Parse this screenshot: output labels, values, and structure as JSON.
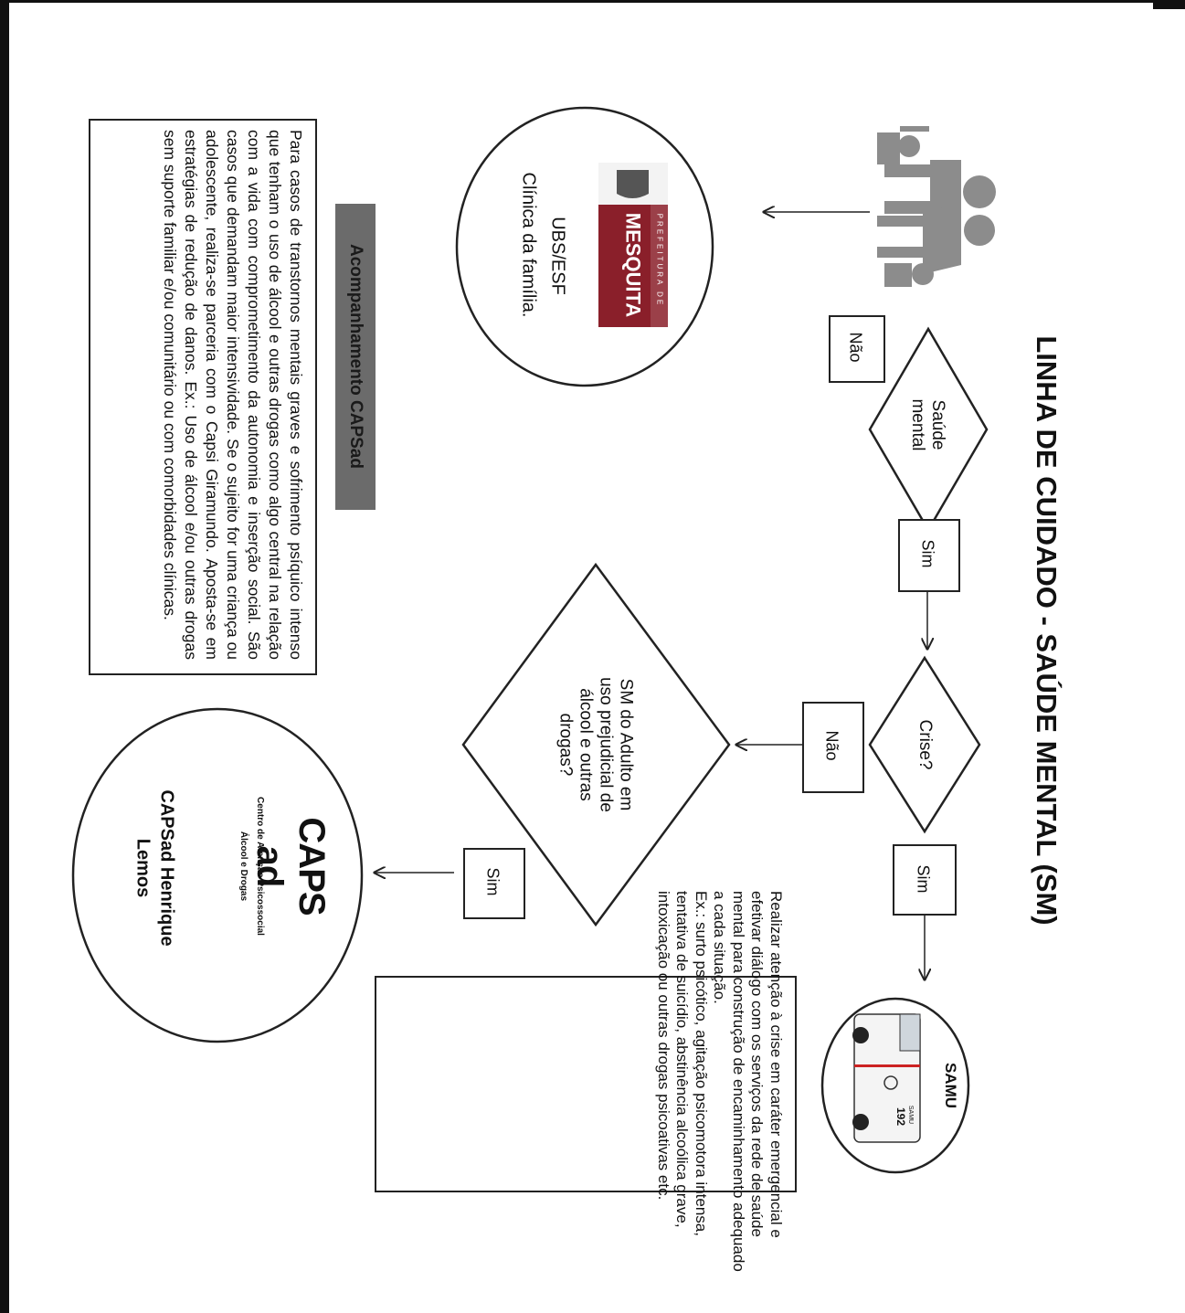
{
  "title": "LINHA DE CUIDADO - SAÚDE MENTAL (SM)",
  "decisions": {
    "saude_mental": "Saúde mental",
    "crise": "Crise?",
    "sm_adulto": "SM do Adulto em uso prejudicial de álcool e outras drogas?"
  },
  "answers": {
    "nao_1": "Não",
    "sim_1": "Sim",
    "nao_2": "Não",
    "sim_2": "Sim",
    "sim_3": "Sim"
  },
  "ubs": {
    "logo_line1": "PREFEITURA DE",
    "logo_line2": "MESQUITA",
    "label_1": "UBS/ESF",
    "label_2": "Clínica da família."
  },
  "samu": {
    "title": "SAMU",
    "vehicle_text": "SAMU",
    "vehicle_number": "192",
    "description": "Realizar atenção à crise em caráter emergencial e efetivar diálogo com os serviços da rede de saúde mental para construção de encaminhamento adequado a cada situação.\nEx.: surto psicótico, agitação psicomotora intensa, tentativa de suicídio, abstinência alcoólica grave, intoxicação ou outras drogas psicoativas etc."
  },
  "caps": {
    "logo_main": "CAPS ad",
    "logo_sub1": "Centro de Atenção Psicossocial",
    "logo_sub2": "Álcool e Drogas",
    "name_1": "CAPSad Henrique",
    "name_2": "Lemos"
  },
  "capsad_followup": {
    "header": "Acompanhamento CAPSad",
    "text": "Para casos de transtornos mentais graves e sofrimento psíquico intenso que tenham o uso de álcool e outras drogas como algo central na relação com a vida com comprometimento da autonomia e inserção social. São casos que demandam maior intensividade. Se o sujeito for uma criança ou adolescente, realiza-se parceria com o Capsi Giramundo. Aposta-se em estratégias de redução de danos. Ex.: Uso de álcool e/ou outras drogas sem suporte familiar e/ou comunitário ou com comorbidades clínicas."
  },
  "colors": {
    "ink": "#111111",
    "logo_red": "#8a1f2a",
    "header_band": "#6b6b6b",
    "people_gray": "#8c8c8c"
  }
}
